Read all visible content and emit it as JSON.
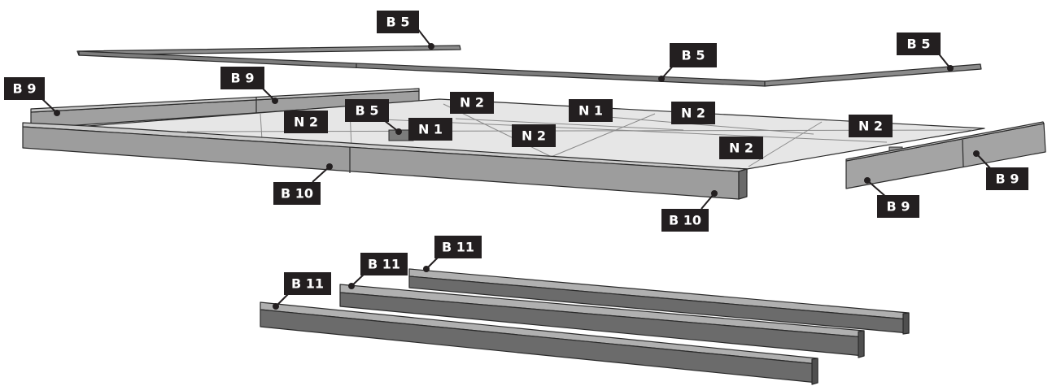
{
  "diagram": {
    "labels": {
      "b5_top_left": "B 5",
      "b5_top_mid": "B 5",
      "b5_top_right": "B 5",
      "b5_floor": "B 5",
      "b9_left": "B 9",
      "b9_back": "B 9",
      "b9_right_upper": "B 9",
      "b9_right_lower": "B 9",
      "b10_front_left": "B 10",
      "b10_front_right": "B 10",
      "b11_left": "B 11",
      "b11_mid": "B 11",
      "b11_right": "B 11",
      "n2_a": "N 2",
      "n2_b": "N 2",
      "n2_c": "N 2",
      "n2_d": "N 2",
      "n2_e": "N 2",
      "n2_f": "N 2",
      "n1_a": "N 1",
      "n1_b": "N 1"
    },
    "colors": {
      "floor_panel": "#e6e6e6",
      "beam_face": "#9b9b9b",
      "beam_top": "#c4c4c4",
      "beam_dark": "#6a6a6a",
      "label_bg": "#231f20",
      "label_text": "#ffffff"
    }
  }
}
